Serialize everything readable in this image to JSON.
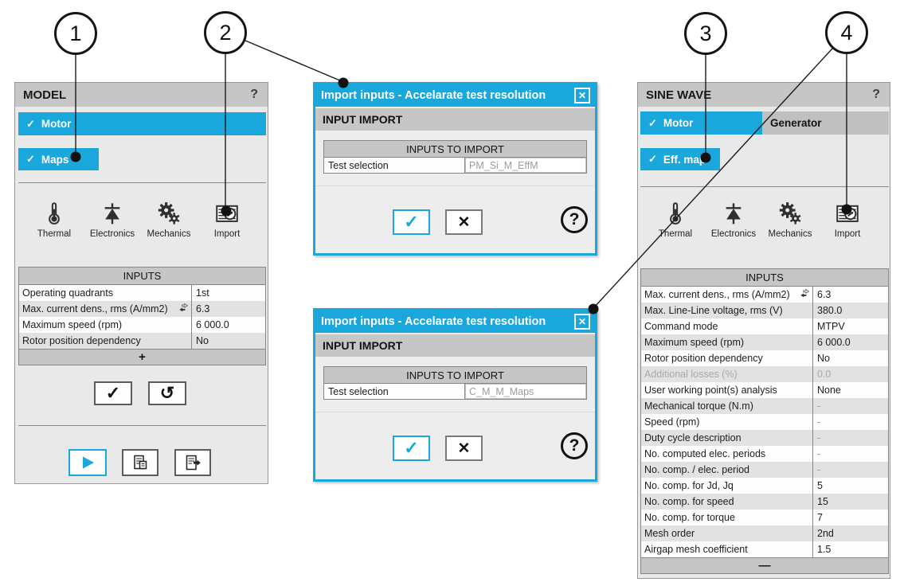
{
  "glyphs": {
    "check": "✓",
    "close": "✕",
    "help": "?",
    "plus": "+",
    "minus": "—",
    "reset": "↺",
    "question": "?"
  },
  "callouts": {
    "c1": "1",
    "c2": "2",
    "c3": "3",
    "c4": "4"
  },
  "model_panel": {
    "title": "MODEL",
    "tabs": {
      "motor": "Motor",
      "maps": "Maps"
    },
    "icons": {
      "thermal": "Thermal",
      "electronics": "Electronics",
      "mechanics": "Mechanics",
      "import": "Import"
    },
    "table": {
      "header": "INPUTS",
      "rows": [
        {
          "label": "Operating quadrants",
          "value": "1st"
        },
        {
          "label": "Max. current dens., rms (A/mm2)",
          "value": "6.3"
        },
        {
          "label": "Maximum speed (rpm)",
          "value": "6 000.0"
        },
        {
          "label": "Rotor position dependency",
          "value": "No"
        }
      ],
      "footer": "+"
    }
  },
  "import_dialog_1": {
    "title": "Import inputs - Accelarate test resolution",
    "section_header": "INPUT IMPORT",
    "table_header": "INPUTS TO IMPORT",
    "row_label": "Test selection",
    "row_value": "PM_Si_M_EffM"
  },
  "import_dialog_2": {
    "title": "Import inputs - Accelarate test resolution",
    "section_header": "INPUT IMPORT",
    "table_header": "INPUTS TO IMPORT",
    "row_label": "Test selection",
    "row_value": "C_M_M_Maps"
  },
  "sine_panel": {
    "title": "SINE WAVE",
    "tabs": {
      "motor": "Motor",
      "generator": "Generator",
      "eff_map": "Eff. map"
    },
    "icons": {
      "thermal": "Thermal",
      "electronics": "Electronics",
      "mechanics": "Mechanics",
      "import": "Import"
    },
    "table": {
      "header": "INPUTS",
      "rows": [
        {
          "label": "Max. current dens., rms (A/mm2)",
          "value": "6.3"
        },
        {
          "label": "Max. Line-Line voltage, rms (V)",
          "value": "380.0"
        },
        {
          "label": "Command mode",
          "value": "MTPV"
        },
        {
          "label": "Maximum speed (rpm)",
          "value": "6 000.0"
        },
        {
          "label": "Rotor position dependency",
          "value": "No"
        },
        {
          "label": "Additional losses (%)",
          "value": "0.0"
        },
        {
          "label": "User working point(s) analysis",
          "value": "None"
        },
        {
          "label": "Mechanical torque (N.m)",
          "value": "-"
        },
        {
          "label": "Speed (rpm)",
          "value": "-"
        },
        {
          "label": "Duty cycle description",
          "value": "-"
        },
        {
          "label": "No. computed elec. periods",
          "value": "-"
        },
        {
          "label": "No. comp. / elec. period",
          "value": "-"
        },
        {
          "label": "No. comp. for Jd, Jq",
          "value": "5"
        },
        {
          "label": "No. comp. for speed",
          "value": "15"
        },
        {
          "label": "No. comp. for torque",
          "value": "7"
        },
        {
          "label": "Mesh order",
          "value": "2nd"
        },
        {
          "label": "Airgap mesh coefficient",
          "value": "1.5"
        }
      ],
      "footer": "—"
    }
  },
  "colors": {
    "accent": "#1aa7dc"
  }
}
